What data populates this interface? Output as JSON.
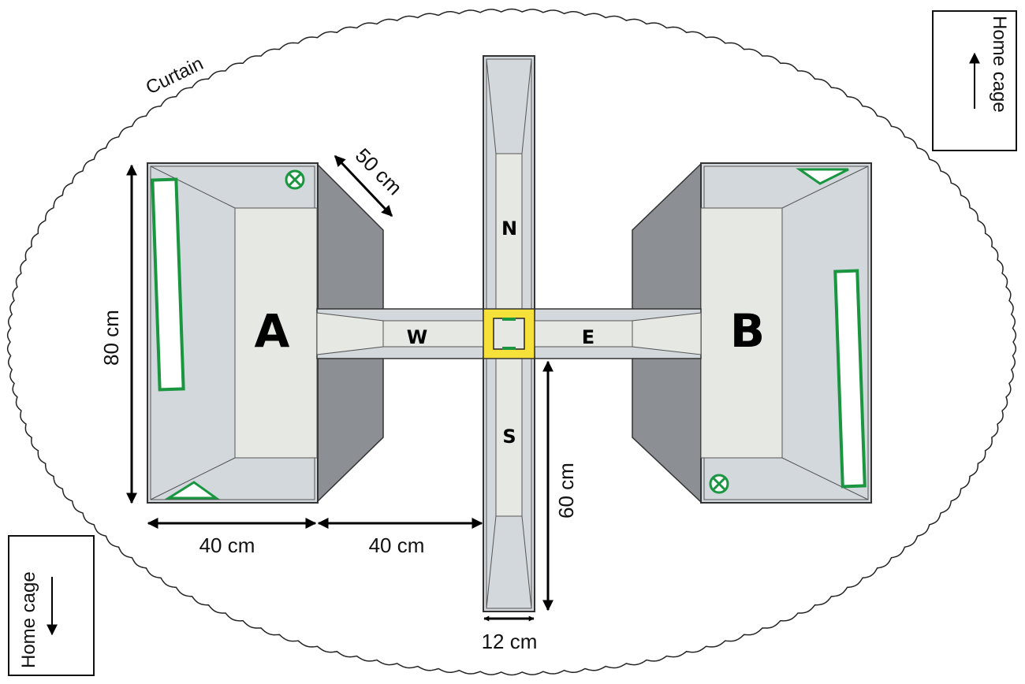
{
  "labels": {
    "curtain": "Curtain",
    "home_cage_top": "Home cage",
    "home_cage_bottom": "Home cage",
    "chamber_a": "A",
    "chamber_b": "B",
    "arm_north": "N",
    "arm_south": "S",
    "arm_west": "W",
    "arm_east": "E"
  },
  "dimensions": {
    "depth": "50 cm",
    "chamber_length": "80 cm",
    "chamber_width": "40 cm",
    "arm_length_west": "40 cm",
    "arm_length_south": "60 cm",
    "arm_width": "12 cm"
  },
  "colors": {
    "cue_green": "#1a9641",
    "center_yellow": "#f5e13a",
    "wall_dark": "#8c9094",
    "wall_light": "#d2d8dc",
    "floor": "#e6e8e4"
  },
  "icons": {
    "chamber_a_top_cue": "circle-x-icon",
    "chamber_a_bottom_cue": "triangle-icon",
    "chamber_b_top_cue": "inverted-triangle-icon",
    "chamber_b_bottom_cue": "circle-x-icon"
  }
}
